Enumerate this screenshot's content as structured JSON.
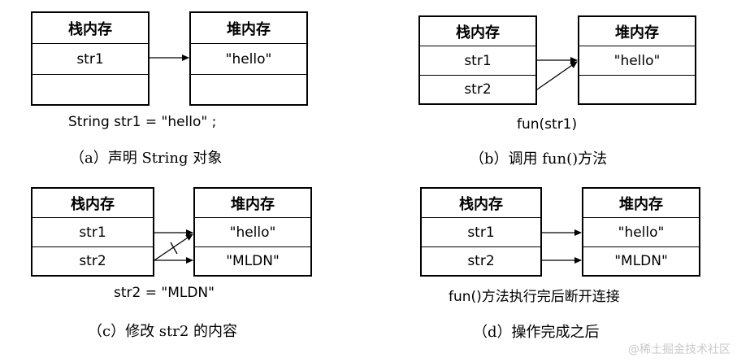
{
  "labels": {
    "stack": "栈内存",
    "heap": "堆内存"
  },
  "panels": {
    "a": {
      "stack": [
        "str1",
        ""
      ],
      "heap": [
        "\"hello\"",
        ""
      ],
      "code": "String str1 = \"hello\" ;",
      "caption": "（a）声明 String 对象"
    },
    "b": {
      "stack": [
        "str1",
        "str2"
      ],
      "heap": [
        "\"hello\"",
        ""
      ],
      "code": "fun(str1)",
      "caption": "（b）调用 fun()方法"
    },
    "c": {
      "stack": [
        "str1",
        "str2"
      ],
      "heap": [
        "\"hello\"",
        "\"MLDN\""
      ],
      "code": "str2 = \"MLDN\"",
      "caption": "（c）修改 str2 的内容"
    },
    "d": {
      "stack": [
        "str1",
        "str2"
      ],
      "heap": [
        "\"hello\"",
        "\"MLDN\""
      ],
      "code": "fun()方法执行完后断开连接",
      "caption": "（d）操作完成之后"
    }
  },
  "watermark": "@稀土掘金技术社区"
}
